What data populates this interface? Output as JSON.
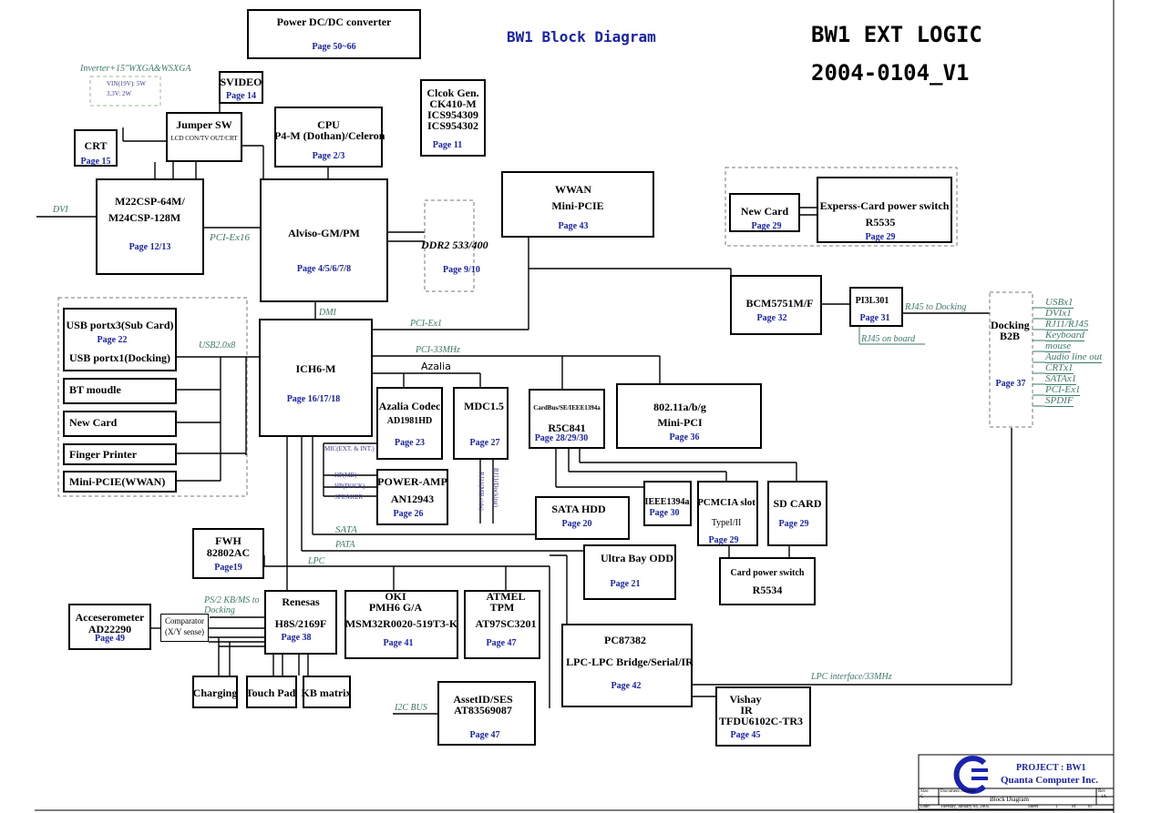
{
  "header": {
    "diagram_title": "BW1 Block Diagram",
    "logic_title": "BW1 EXT LOGIC",
    "version": "2004-0104_V1"
  },
  "blocks": {
    "power": {
      "title": "Power DC/DC converter",
      "page": "Page 50~66"
    },
    "svideo": {
      "title": "SVIDEO",
      "page": "Page 14"
    },
    "clock": {
      "lines": [
        "Clcok Gen.",
        "CK410-M",
        "ICS954309",
        "ICS954302"
      ],
      "page": "Page 11"
    },
    "crt": {
      "title": "CRT",
      "page": "Page 15"
    },
    "jumper": {
      "title": "Jumper SW",
      "sub": "LCD CON/TV OUT/CRT"
    },
    "cpu": {
      "title": "CPU",
      "sub": "P4-M (Dothan)/Celeron",
      "page": "Page 2/3"
    },
    "gpu": {
      "title": "M22CSP-64M/",
      "sub": "M24CSP-128M",
      "page": "Page 12/13"
    },
    "alviso": {
      "title": "Alviso-GM/PM",
      "page": "Page 4/5/6/7/8"
    },
    "ddr": {
      "title": "DDR2 533/400",
      "page": "Page 9/10"
    },
    "wwan": {
      "title": "WWAN",
      "sub": "Mini-PCIE",
      "page": "Page 43"
    },
    "newcard_top": {
      "title": "New Card",
      "page": "Page 29"
    },
    "express": {
      "title": "Experss-Card power switch",
      "sub": "R5535",
      "page": "Page 29"
    },
    "bcm": {
      "title": "BCM5751M/F",
      "page": "Page 32"
    },
    "pi3l": {
      "title": "PI3L301",
      "page": "Page 31"
    },
    "docking": {
      "title": "Docking",
      "sub": "B2B",
      "page": "Page 37",
      "items": [
        "USBx1",
        "DVIx1",
        "RJ11/RJ45",
        "Keyboard",
        "mouse",
        "Audio line out",
        "CRTx1",
        "SATAx1",
        "PCI-Ex1",
        "SPDIF"
      ]
    },
    "usb3": {
      "title": "USB portx3(Sub Card)",
      "page": "Page 22"
    },
    "usb1": {
      "title": "USB portx1(Docking)"
    },
    "bt": {
      "title": "BT moudle"
    },
    "newcard_left": {
      "title": "New Card"
    },
    "finger": {
      "title": "Finger Printer"
    },
    "minipcie": {
      "title": "Mini-PCIE(WWAN)"
    },
    "ich6": {
      "title": "ICH6-M",
      "page": "Page 16/17/18"
    },
    "azalia": {
      "title": "Azalia Codec",
      "sub": "AD1981HD",
      "page": "Page 23"
    },
    "mdc": {
      "title": "MDC1.5",
      "page": "Page 27"
    },
    "cardbus": {
      "title": "CardBus/SE/IEEE1394a",
      "sub": "R5C841",
      "page": "Page 28/29/30"
    },
    "wifi": {
      "title": "802.11a/b/g",
      "sub": "Mini-PCI",
      "page": "Page 36"
    },
    "poweramp": {
      "title": "POWER-AMP",
      "sub": "AN12943",
      "page": "Page 26"
    },
    "sata": {
      "title": "SATA HDD",
      "page": "Page 20"
    },
    "ieee": {
      "title": "IEEE1394a",
      "page": "Page 30"
    },
    "pcmcia": {
      "title": "PCMCIA slot",
      "sub": "TypeI/II",
      "page": "Page 29"
    },
    "sdcard": {
      "title": "SD CARD",
      "page": "Page 29"
    },
    "fwh": {
      "title": "FWH",
      "sub": "82802AC",
      "page": "Page19"
    },
    "odd": {
      "title": "Ultra Bay ODD",
      "page": "Page 21"
    },
    "cardpower": {
      "title": "Card power switch",
      "sub": "R5534"
    },
    "accel": {
      "title": "Acceserometer",
      "sub": "AD22290",
      "page": "Page 49"
    },
    "comparator": {
      "title": "Comparator",
      "sub": "(X/Y sense)"
    },
    "renesas": {
      "title": "Renesas",
      "sub": "H8S/2169F",
      "page": "Page 38"
    },
    "oki": {
      "title": "OKI",
      "sub": "PMH6 G/A",
      "sub2": "MSM32R0020-519T3-K",
      "page": "Page 41"
    },
    "atmel": {
      "title": "ATMEL",
      "sub": "TPM",
      "sub2": "AT97SC3201",
      "page": "Page 47"
    },
    "pc87382": {
      "title": "PC87382",
      "sub": "LPC-LPC Bridge/Serial/IR",
      "page": "Page 42"
    },
    "charging": {
      "title": "Charging"
    },
    "touchpad": {
      "title": "Touch Pad"
    },
    "kbmatrix": {
      "title": "KB matrix"
    },
    "asset": {
      "title": "AssetID/SES",
      "sub": "AT83569087",
      "page": "Page 47"
    },
    "vishay": {
      "title": "Vishay",
      "sub": "IR",
      "sub2": "TFDU6102C-TR3",
      "page": "Page 45"
    }
  },
  "buses": {
    "dvi": "DVI",
    "pciex16": "PCI-Ex16",
    "dmi": "DMI",
    "pciex1": "PCI-Ex1",
    "usb20": "USB2.0x8",
    "pci33": "PCI-33MHz",
    "azalia": "Azalia",
    "sata": "SATA",
    "pata": "PATA",
    "lpc": "LPC",
    "ps2": "PS/2 KB/MS to",
    "ps2b": "Docking",
    "i2c": "I2C BUS",
    "lpc_if": "LPC interface/33MHz",
    "rj45dock": "RJ45 to Docking",
    "rj45board": "RJ45 on board",
    "inverter": "Inverter+15\"WXGA&WSXGA",
    "vin": "VIN(19V): 5W",
    "v33": "3.3V: 2W",
    "mic": "MIC(EXT. & INT.)",
    "hpmb": "HP(MB)",
    "hpdock": "HP(DOCK)",
    "speaker": "SPEAKER",
    "rj11mb": "RJ11(MB side)",
    "rj11dock": "RJ11(Docking)"
  },
  "footer": {
    "project": "PROJECT : BW1",
    "company": "Quanta Computer Inc.",
    "doc_title": "Block Diagram",
    "size_label": "Size",
    "size": "C",
    "docnum_label": "Document Number",
    "rev_label": "Rev",
    "rev": "1A",
    "date_label": "Date:",
    "date": "Tuesday, January 04, 2005",
    "sheet_label": "Sheet",
    "sheet": "1",
    "of_label": "of",
    "total": "67"
  },
  "colors": {
    "page_blue": "#1a22b0",
    "bus_green": "#3a7a6a",
    "title_blue": "#1a22b0"
  }
}
